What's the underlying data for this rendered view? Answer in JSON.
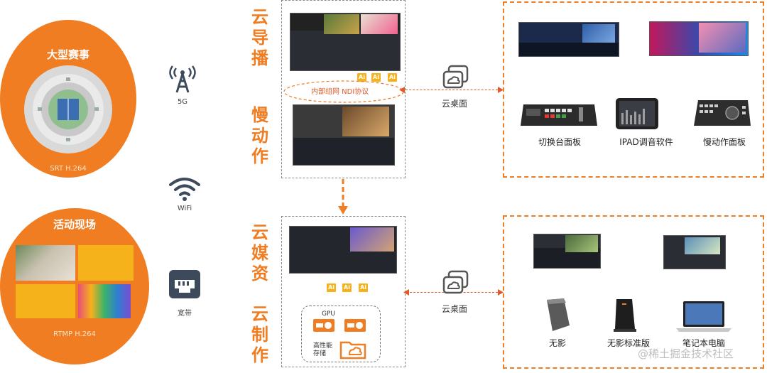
{
  "left": {
    "event": {
      "title": "大型赛事",
      "protocol": "SRT H.264"
    },
    "activity": {
      "title": "活动现场",
      "protocol": "RTMP H.264"
    }
  },
  "network": {
    "fiveg": "5G",
    "wifi": "WiFi",
    "broadband": "宽带"
  },
  "middle": {
    "cloud_director": "云导播",
    "slow_motion": "慢动作",
    "cloud_media": "云媒资",
    "cloud_production": "云制作",
    "internal_link": "内部组网   NDI协议",
    "ai_badge": "Ai",
    "gpu_label": "GPU",
    "storage_label": "高性能\n存储"
  },
  "connectors": {
    "cloud_desktop_top": "云桌面",
    "cloud_desktop_bottom": "云桌面"
  },
  "devices_top": {
    "switcher_panel": "切换台面板",
    "ipad_audio": "IPAD调音软件",
    "slowmo_panel": "慢动作面板"
  },
  "devices_bottom": {
    "wuying": "无影",
    "wuying_std": "无影标准版",
    "laptop": "笔记本电脑"
  },
  "watermark": "@稀土掘金技术社区",
  "colors": {
    "accent": "#f07d21",
    "badge": "#f6b21b",
    "link": "#e05a2a"
  }
}
